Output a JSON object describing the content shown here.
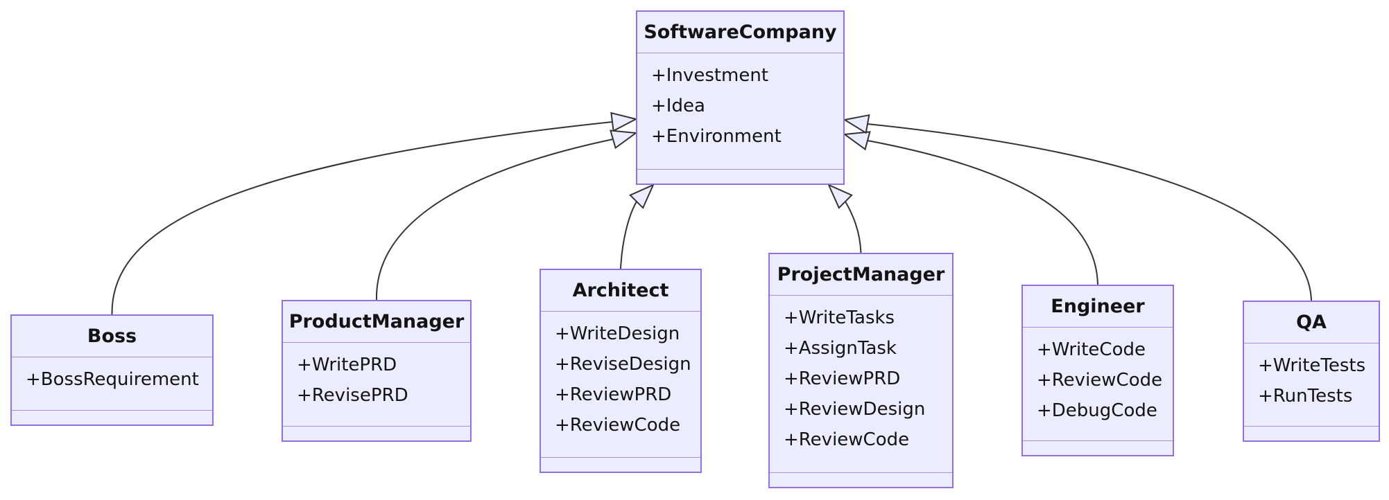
{
  "diagram": {
    "kind": "uml-class-diagram",
    "classes": [
      {
        "name": "SoftwareCompany",
        "attributes": [
          "+Investment",
          "+Idea",
          "+Environment"
        ]
      },
      {
        "name": "Boss",
        "attributes": [
          "+BossRequirement"
        ]
      },
      {
        "name": "ProductManager",
        "attributes": [
          "+WritePRD",
          "+RevisePRD"
        ]
      },
      {
        "name": "Architect",
        "attributes": [
          "+WriteDesign",
          "+ReviseDesign",
          "+ReviewPRD",
          "+ReviewCode"
        ]
      },
      {
        "name": "ProjectManager",
        "attributes": [
          "+WriteTasks",
          "+AssignTask",
          "+ReviewPRD",
          "+ReviewDesign",
          "+ReviewCode"
        ]
      },
      {
        "name": "Engineer",
        "attributes": [
          "+WriteCode",
          "+ReviewCode",
          "+DebugCode"
        ]
      },
      {
        "name": "QA",
        "attributes": [
          "+WriteTests",
          "+RunTests"
        ]
      }
    ],
    "relationships": [
      {
        "from": "Boss",
        "to": "SoftwareCompany",
        "type": "inheritance"
      },
      {
        "from": "ProductManager",
        "to": "SoftwareCompany",
        "type": "inheritance"
      },
      {
        "from": "Architect",
        "to": "SoftwareCompany",
        "type": "inheritance"
      },
      {
        "from": "ProjectManager",
        "to": "SoftwareCompany",
        "type": "inheritance"
      },
      {
        "from": "Engineer",
        "to": "SoftwareCompany",
        "type": "inheritance"
      },
      {
        "from": "QA",
        "to": "SoftwareCompany",
        "type": "inheritance"
      }
    ],
    "colors": {
      "node_fill": "#ECECFF",
      "node_border": "#9370DB",
      "edge_stroke": "#333333",
      "text": "#131313",
      "background": "#ffffff"
    }
  }
}
